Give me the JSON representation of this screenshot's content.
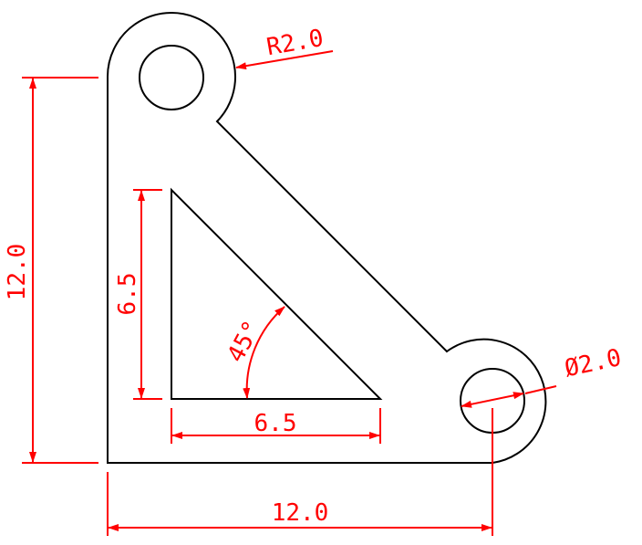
{
  "dimensions": {
    "radius_label": "R2.0",
    "diameter_label": "Ø2.0",
    "angle_label": "45°",
    "height_label": "12.0",
    "width_label": "12.0",
    "cutout_height_label": "6.5",
    "cutout_width_label": "6.5"
  },
  "colors": {
    "part_outline": "#000000",
    "dimension": "#ff0000",
    "background": "#ffffff"
  }
}
